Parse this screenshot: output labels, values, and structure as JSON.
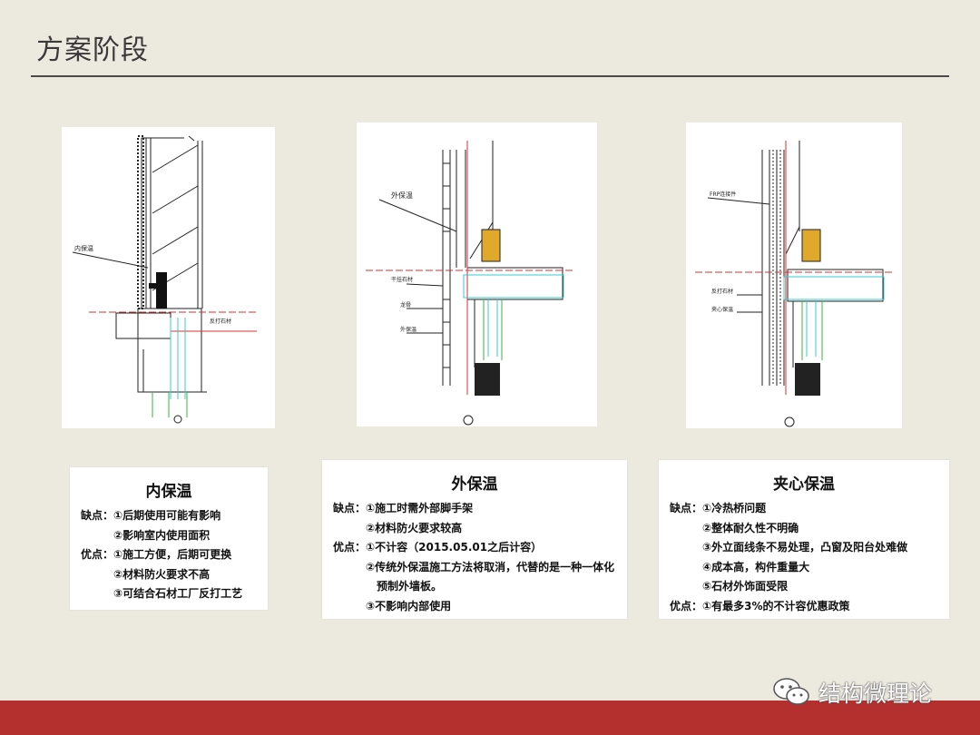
{
  "page": {
    "title": "方案阶段"
  },
  "drawings": {
    "internal": {
      "callout": "内保温",
      "callout2": "反打石材"
    },
    "external": {
      "callout": "外保温",
      "c2": "干挂石材",
      "c3": "龙骨",
      "c4": "外保温"
    },
    "sandwich": {
      "callout": "FRP连接件",
      "c2": "反打石材",
      "c3": "夹心保温"
    }
  },
  "cards": {
    "internal": {
      "title": "内保温",
      "lines": [
        {
          "key": "缺点：",
          "text": "①后期使用可能有影响"
        },
        {
          "key": "",
          "text": "②影响室内使用面积"
        },
        {
          "key": "优点：",
          "text": "①施工方便，后期可更换"
        },
        {
          "key": "",
          "text": "②材料防火要求不高"
        },
        {
          "key": "",
          "text": "③可结合石材工厂反打工艺"
        }
      ]
    },
    "external": {
      "title": "外保温",
      "lines": [
        {
          "key": "缺点：",
          "text": "①施工时需外部脚手架"
        },
        {
          "key": "",
          "text": "②材料防火要求较高"
        },
        {
          "key": "优点：",
          "text": "①不计容（2015.05.01之后计容）"
        },
        {
          "key": "",
          "text": "②传统外保温施工方法将取消，代替的是一种一体化"
        },
        {
          "key": "",
          "text": "预制外墙板。"
        },
        {
          "key": "",
          "text": "③不影响内部使用"
        }
      ]
    },
    "sandwich": {
      "title": "夹心保温",
      "lines": [
        {
          "key": "缺点：",
          "text": "①冷热桥问题"
        },
        {
          "key": "",
          "text": "②整体耐久性不明确"
        },
        {
          "key": "",
          "text": "③外立面线条不易处理，凸窗及阳台处难做"
        },
        {
          "key": "",
          "text": "④成本高，构件重量大"
        },
        {
          "key": "",
          "text": "⑤石材外饰面受限"
        },
        {
          "key": "优点：",
          "text": "①有最多3%的不计容优惠政策"
        }
      ]
    }
  },
  "watermark": {
    "text": "结构微理论",
    "icon": "wechat-icon"
  },
  "colors": {
    "background": "#ece9df",
    "footer": "#b4302f",
    "redline": "#d9302c",
    "cyan": "#36c9d6",
    "green": "#3cb043"
  }
}
